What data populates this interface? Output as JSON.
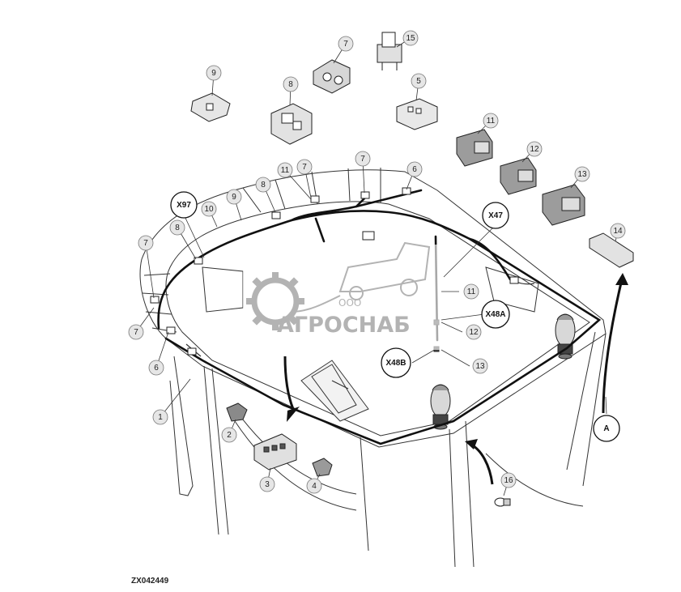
{
  "figure_code": "ZX042449",
  "watermark": {
    "small": "ООО",
    "big": "АГРОСНАБ"
  },
  "callouts": [
    {
      "id": "c1",
      "text": "1"
    },
    {
      "id": "c2",
      "text": "2"
    },
    {
      "id": "c3",
      "text": "3"
    },
    {
      "id": "c4",
      "text": "4"
    },
    {
      "id": "c5",
      "text": "5"
    },
    {
      "id": "c6a",
      "text": "6"
    },
    {
      "id": "c6b",
      "text": "6"
    },
    {
      "id": "c7a",
      "text": "7"
    },
    {
      "id": "c7b",
      "text": "7"
    },
    {
      "id": "c7c",
      "text": "7"
    },
    {
      "id": "c7d",
      "text": "7"
    },
    {
      "id": "c7e",
      "text": "7"
    },
    {
      "id": "c8a",
      "text": "8"
    },
    {
      "id": "c8b",
      "text": "8"
    },
    {
      "id": "c8c",
      "text": "8"
    },
    {
      "id": "c9a",
      "text": "9"
    },
    {
      "id": "c9b",
      "text": "9"
    },
    {
      "id": "c10",
      "text": "10"
    },
    {
      "id": "c11a",
      "text": "11"
    },
    {
      "id": "c11b",
      "text": "11"
    },
    {
      "id": "c11c",
      "text": "11"
    },
    {
      "id": "c12a",
      "text": "12"
    },
    {
      "id": "c12b",
      "text": "12"
    },
    {
      "id": "c13a",
      "text": "13"
    },
    {
      "id": "c13b",
      "text": "13"
    },
    {
      "id": "c14",
      "text": "14"
    },
    {
      "id": "c15",
      "text": "15"
    },
    {
      "id": "c16",
      "text": "16"
    }
  ],
  "connectors": [
    {
      "id": "x97",
      "text": "X97"
    },
    {
      "id": "x47",
      "text": "X47"
    },
    {
      "id": "x48a",
      "text": "X48A"
    },
    {
      "id": "x48b",
      "text": "X48B"
    },
    {
      "id": "detA",
      "text": "A"
    }
  ]
}
